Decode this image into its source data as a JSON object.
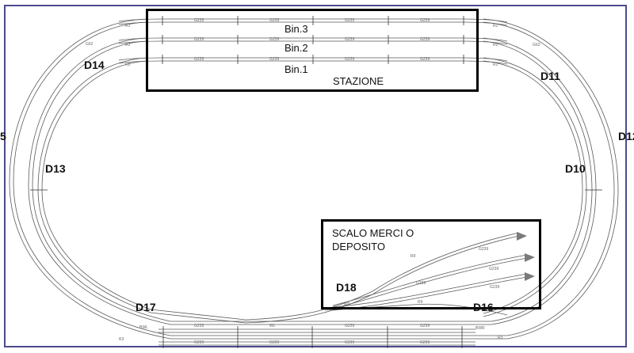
{
  "diagram": {
    "type": "model-railway-track-plan",
    "colors": {
      "frame_border": "#4b4b8c",
      "track_line": "#555555",
      "box_border": "#000000",
      "arrow": "#7a7a7a",
      "text": "#111111"
    },
    "areas": {
      "station": {
        "title": "STAZIONE",
        "tracks": [
          {
            "label": "Bin.3",
            "segments": [
              "G239",
              "G239",
              "G239",
              "G239"
            ]
          },
          {
            "label": "Bin.2",
            "segments": [
              "G239",
              "G239",
              "G239",
              "G239"
            ]
          },
          {
            "label": "Bin.1",
            "segments": [
              "G239",
              "G239",
              "G239",
              "G239"
            ]
          }
        ]
      },
      "freight_yard": {
        "title_line1": "SCALO MERCI O",
        "title_line2": "DEPOSITO",
        "segments": [
          "R9",
          "G239",
          "G239",
          "G239",
          "R9",
          "W3"
        ]
      }
    },
    "turnouts": {
      "d10": "D10",
      "d11": "D11",
      "d12": "D12",
      "d13": "D13",
      "d14": "D14",
      "d15_partial": "5",
      "d16": "D16",
      "d17": "D17",
      "d18": "D18"
    },
    "track_piece_labels": {
      "straight": "G239",
      "curve_r2": "R2",
      "curve_r3": "R3",
      "curve_r9": "R9",
      "curve_g62": "G62",
      "switch_bwl": "BWL",
      "switch_bwr": "BWR",
      "switch_wl": "WL",
      "switch_w3": "W3",
      "combo_left": "BWR,R3",
      "combo_right": "BWL,R3"
    },
    "bottom_tracks": {
      "inner_segments": [
        "G239",
        "WL",
        "G239",
        "G239"
      ],
      "outer_segments": [
        "G239",
        "G239",
        "G239",
        "G239"
      ]
    }
  }
}
